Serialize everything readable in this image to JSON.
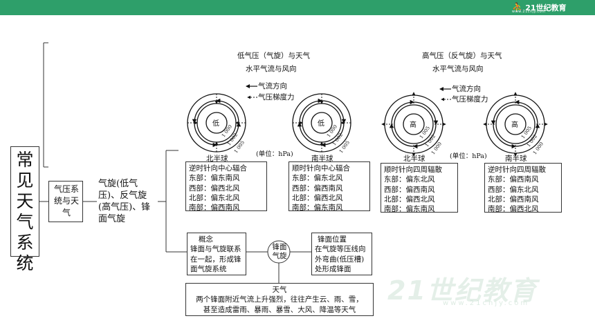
{
  "header": {
    "logo_text": "21世纪教育",
    "logo_sub": "www.21cnjy.com"
  },
  "root_title": "常见天气系统",
  "branch_label": "气压系统与天气",
  "types_label": "气旋(低气压)、反气旋(高气压)、锋面气旋",
  "low": {
    "title": "低气压（气旋）与天气",
    "subtitle": "水平气流与风向",
    "legend_flow": "气流方向",
    "legend_gradient": "气压梯度力",
    "unit": "(单位：hPa)",
    "center": "低",
    "isobars": [
      "1 000",
      "1 002",
      "1 005"
    ],
    "north": {
      "label": "北半球",
      "lines": [
        "逆时针向中心辐合",
        "东部：偏东南风",
        "西部：偏西北风",
        "北部：偏东北风",
        "南部：偏西南风"
      ]
    },
    "south": {
      "label": "南半球",
      "lines": [
        "顺时针向中心辐合",
        "东部：偏东北风",
        "西部：偏西南风",
        "北部：偏西北风",
        "南部：偏东南风"
      ]
    }
  },
  "high": {
    "title": "高气压（反气旋）与天气",
    "subtitle": "水平气流与风向",
    "legend_flow": "气流方向",
    "legend_gradient": "气压梯度力",
    "unit": "(单位：hPa)",
    "center": "高",
    "isobars": [
      "1 005",
      "1 002",
      "1 000"
    ],
    "north": {
      "label": "北半球",
      "lines": [
        "顺时针向四周辐散",
        "东部：偏东北风",
        "西部：偏西南风",
        "北部：偏西北风",
        "南部：偏东南风"
      ]
    },
    "south": {
      "label": "南半球",
      "lines": [
        "逆时针向四周辐散",
        "东部：偏西南风",
        "西部：偏东北风",
        "北部：偏西南风",
        "南部：偏西北风"
      ]
    }
  },
  "frontal": {
    "center": "锋面气旋",
    "concept": {
      "title": "概念",
      "lines": [
        "锋面与气旋联系",
        "在一起，形成锋",
        "面气旋系统"
      ]
    },
    "position": {
      "title": "锋面位置",
      "lines": [
        "在气旋等压线向",
        "外弯曲(低压槽)",
        "处形成锋面"
      ]
    },
    "weather": {
      "title": "天气",
      "lines": [
        "两个锋面附近气流上升强烈，往往产生云、雨、雪，",
        "甚至造成雷雨、暴雨、暴雪、大风、降温等天气"
      ]
    }
  }
}
